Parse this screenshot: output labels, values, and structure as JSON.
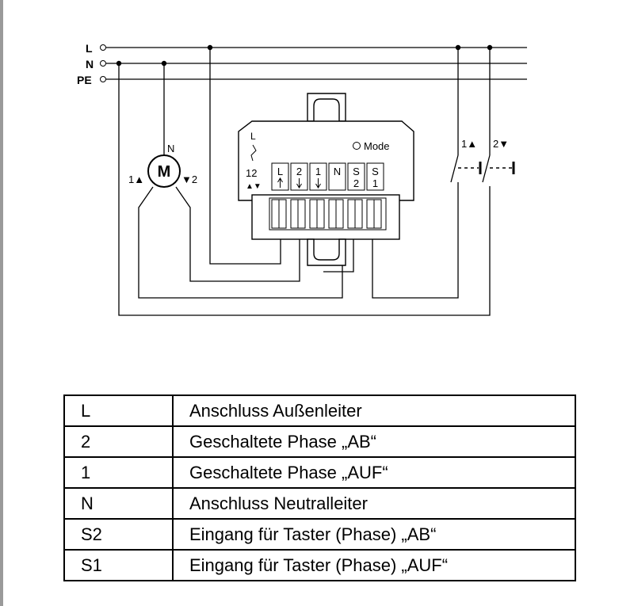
{
  "lines": {
    "l": "L",
    "n": "N",
    "pe": "PE"
  },
  "motor": {
    "symbol": "M",
    "n_label": "N",
    "up_label": "1▲",
    "down_label": "▼2"
  },
  "actuator": {
    "l_label": "L",
    "selector_label": "12",
    "selector_arrows": "▲▼",
    "mode_label": "Mode",
    "terminals": [
      {
        "top": "L",
        "bottom": ""
      },
      {
        "top": "2",
        "bottom": ""
      },
      {
        "top": "1",
        "bottom": ""
      },
      {
        "top": "N",
        "bottom": ""
      },
      {
        "top": "S",
        "bottom": "2"
      },
      {
        "top": "S",
        "bottom": "1"
      }
    ]
  },
  "switches": {
    "up_label": "1▲",
    "down_label": "2▼"
  },
  "legend": [
    {
      "terminal": "L",
      "description": "Anschluss Außenleiter"
    },
    {
      "terminal": "2",
      "description": "Geschaltete Phase „AB“"
    },
    {
      "terminal": "1",
      "description": "Geschaltete Phase „AUF“"
    },
    {
      "terminal": "N",
      "description": "Anschluss Neutralleiter"
    },
    {
      "terminal": "S2",
      "description": "Eingang für Taster (Phase) „AB“"
    },
    {
      "terminal": "S1",
      "description": "Eingang für Taster (Phase) „AUF“"
    }
  ]
}
